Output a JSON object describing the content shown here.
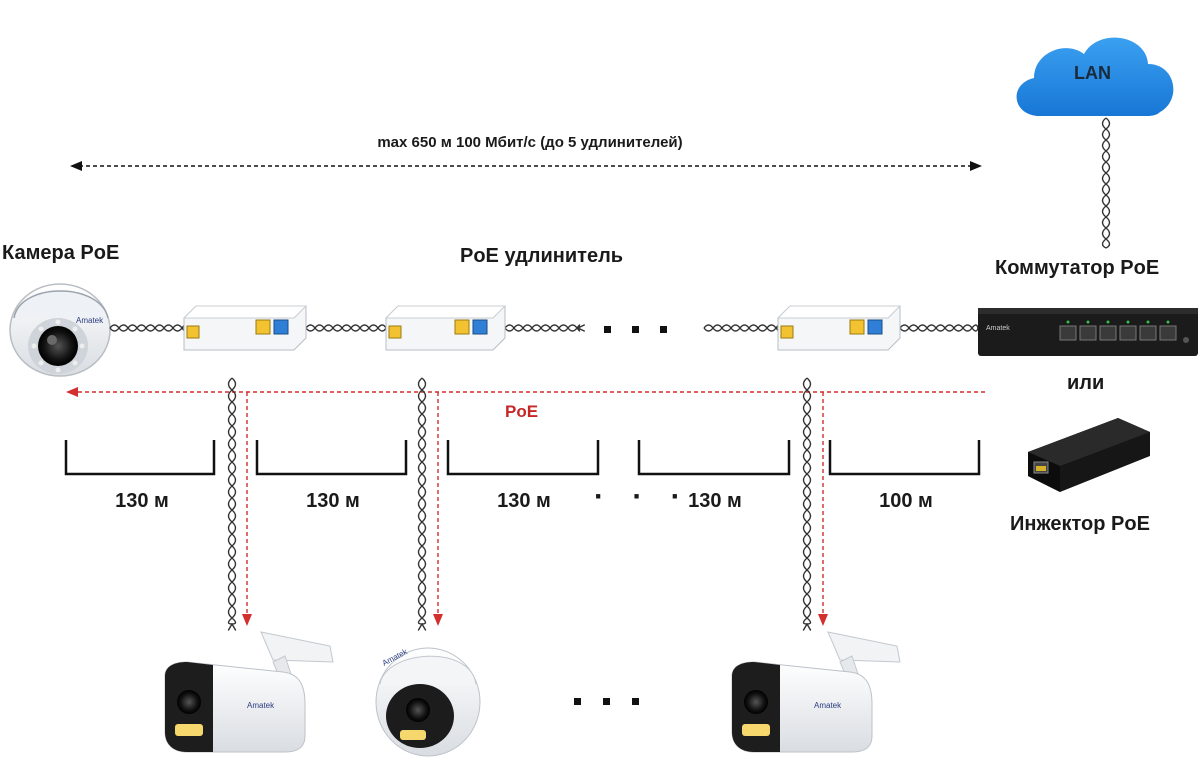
{
  "diagram": {
    "range_label": "max 650 м 100 Мбит/с (до 5 удлинителей)",
    "cloud_label": "LAN",
    "camera_label": "Камера PoE",
    "extender_label": "PoE удлинитель",
    "switch_label": "Коммутатор PoE",
    "or_label": "или",
    "injector_label": "Инжектор PoE",
    "poe_label": "PoE",
    "segments": [
      "130 м",
      "130 м",
      "130 м",
      "130 м",
      "100 м"
    ],
    "ellipsis": "· · ·",
    "brand": "Amatek",
    "colors": {
      "cloud": "#1e88e5",
      "poe_arrow": "#d32f2f",
      "port_yellow": "#f2c230",
      "port_blue": "#2f7fd6",
      "device_black": "#1b1b1b"
    }
  }
}
